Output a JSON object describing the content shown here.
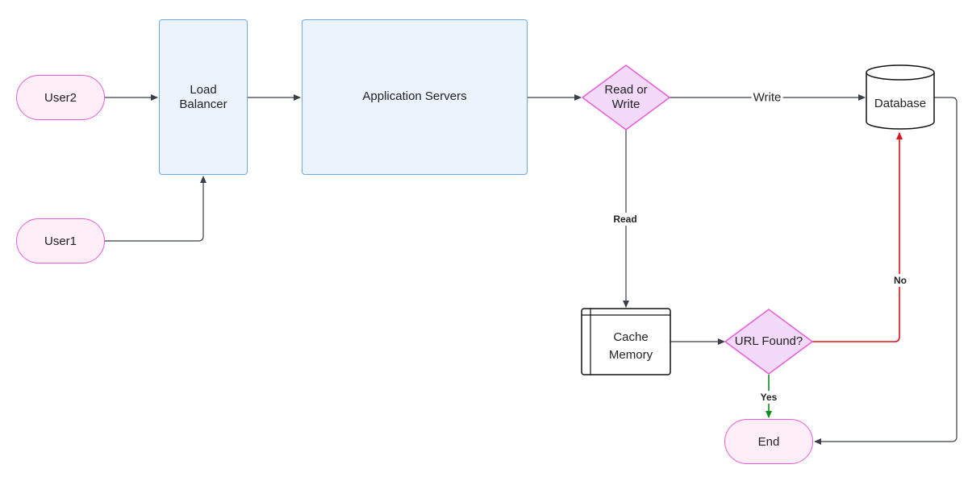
{
  "nodes": {
    "user2": "User2",
    "user1": "User1",
    "load_balancer": [
      "Load",
      "Balancer"
    ],
    "app_servers": "Application Servers",
    "read_or_write": [
      "Read or",
      "Write"
    ],
    "database": "Database",
    "cache_memory": [
      "Cache",
      "Memory"
    ],
    "url_found": "URL Found?",
    "end": "End"
  },
  "edge_labels": {
    "write": "Write",
    "read": "Read",
    "no": "No",
    "yes": "Yes"
  },
  "colors": {
    "pill_fill": "#fdeef8",
    "pill_stroke": "#e45fd3",
    "rect_fill": "#ecf3fd",
    "rect_stroke": "#6aa9e6",
    "diamond_fill": "#f3d9fa",
    "diamond_stroke": "#e45fd3",
    "edge": "#3a3f4b",
    "edge_no": "#d9161c",
    "edge_yes": "#118c1d"
  }
}
